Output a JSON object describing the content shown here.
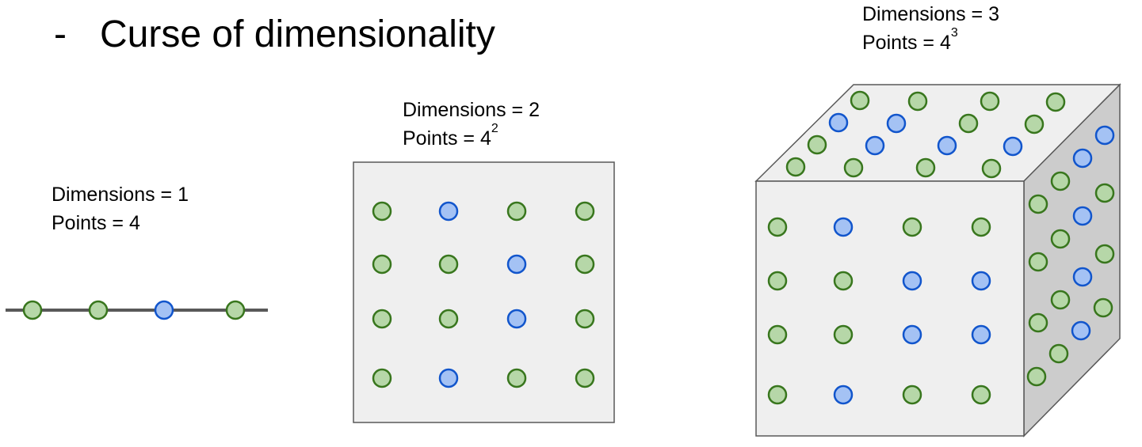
{
  "title": {
    "bullet": "-",
    "text": "Curse of dimensionality"
  },
  "panels": [
    {
      "dimensions_text": "Dimensions = 1",
      "points_prefix": "Points = 4",
      "points_exponent": ""
    },
    {
      "dimensions_text": "Dimensions = 2",
      "points_prefix": "Points = 4",
      "points_exponent": "2"
    },
    {
      "dimensions_text": "Dimensions = 3",
      "points_prefix": "Points = 4",
      "points_exponent": "3"
    }
  ],
  "colors": {
    "green_fill": "#b6d7a8",
    "green_stroke": "#38761d",
    "blue_fill": "#a4c2f4",
    "blue_stroke": "#1155cc",
    "box_fill": "#efefef",
    "box_side": "#cccccc",
    "box_stroke": "#595959",
    "line": "#595959"
  },
  "line_points": [
    "green",
    "green",
    "blue",
    "green"
  ],
  "square_grid": [
    [
      "green",
      "blue",
      "green",
      "green"
    ],
    [
      "green",
      "green",
      "blue",
      "green"
    ],
    [
      "green",
      "green",
      "blue",
      "green"
    ],
    [
      "green",
      "blue",
      "green",
      "green"
    ]
  ],
  "cube_front": [
    [
      "green",
      "blue",
      "green",
      "green"
    ],
    [
      "green",
      "green",
      "blue",
      "blue"
    ],
    [
      "green",
      "green",
      "blue",
      "blue"
    ],
    [
      "green",
      "blue",
      "green",
      "green"
    ]
  ],
  "cube_top": [
    [
      "green",
      "green",
      "blue",
      "green"
    ],
    [
      "green",
      "blue",
      "blue",
      "green"
    ],
    [
      "green",
      "blue",
      "green",
      "green"
    ],
    [
      "green",
      "blue",
      "green",
      "green"
    ]
  ],
  "cube_side": [
    [
      "green",
      "green",
      "green",
      "green"
    ],
    [
      "green",
      "green",
      "green",
      "green"
    ],
    [
      "blue",
      "blue",
      "blue",
      "blue"
    ],
    [
      "blue",
      "green",
      "green",
      "green"
    ]
  ]
}
